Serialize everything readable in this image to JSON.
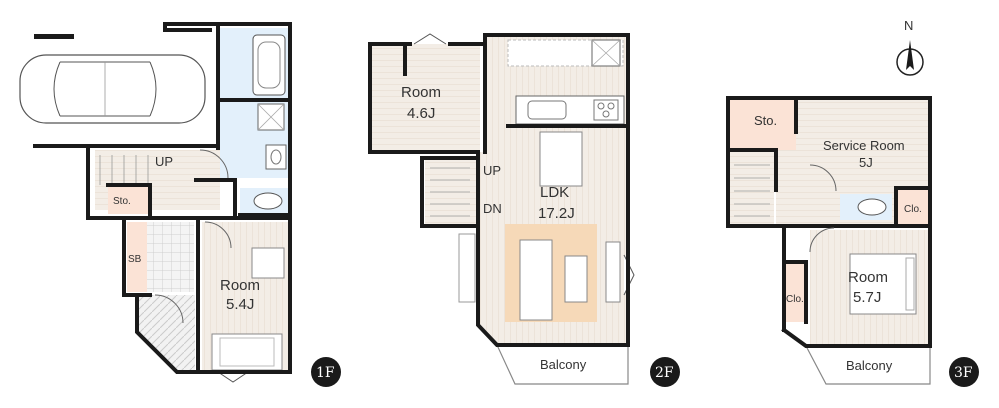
{
  "compass": {
    "letter": "N"
  },
  "floors": [
    {
      "id": "1F",
      "badge": "1F",
      "rooms": [
        {
          "name": "Room",
          "size": "5.4J"
        },
        {
          "name": "Sto."
        },
        {
          "name": "SB"
        }
      ],
      "stairs": {
        "label": "UP"
      }
    },
    {
      "id": "2F",
      "badge": "2F",
      "rooms": [
        {
          "name": "Room",
          "size": "4.6J"
        },
        {
          "name": "LDK",
          "size": "17.2J"
        },
        {
          "name": "Balcony"
        }
      ],
      "stairs": {
        "up": "UP",
        "down": "DN"
      }
    },
    {
      "id": "3F",
      "badge": "3F",
      "rooms": [
        {
          "name": "Sto."
        },
        {
          "name": "Service Room",
          "size": "5J"
        },
        {
          "name": "Clo."
        },
        {
          "name": "Room",
          "size": "5.7J"
        },
        {
          "name": "Clo."
        },
        {
          "name": "Balcony"
        }
      ],
      "stairs": {}
    }
  ],
  "colors": {
    "wall": "#1a1a1a",
    "floor_wood": "#f3ede6",
    "wood_line": "#e4d9cc",
    "wet_area": "#e3f0fb",
    "storage": "#fbe3d6",
    "rug": "#f6d9b8",
    "entrance_tile": "#e8e8e8",
    "badge": "#1a1a1a"
  }
}
